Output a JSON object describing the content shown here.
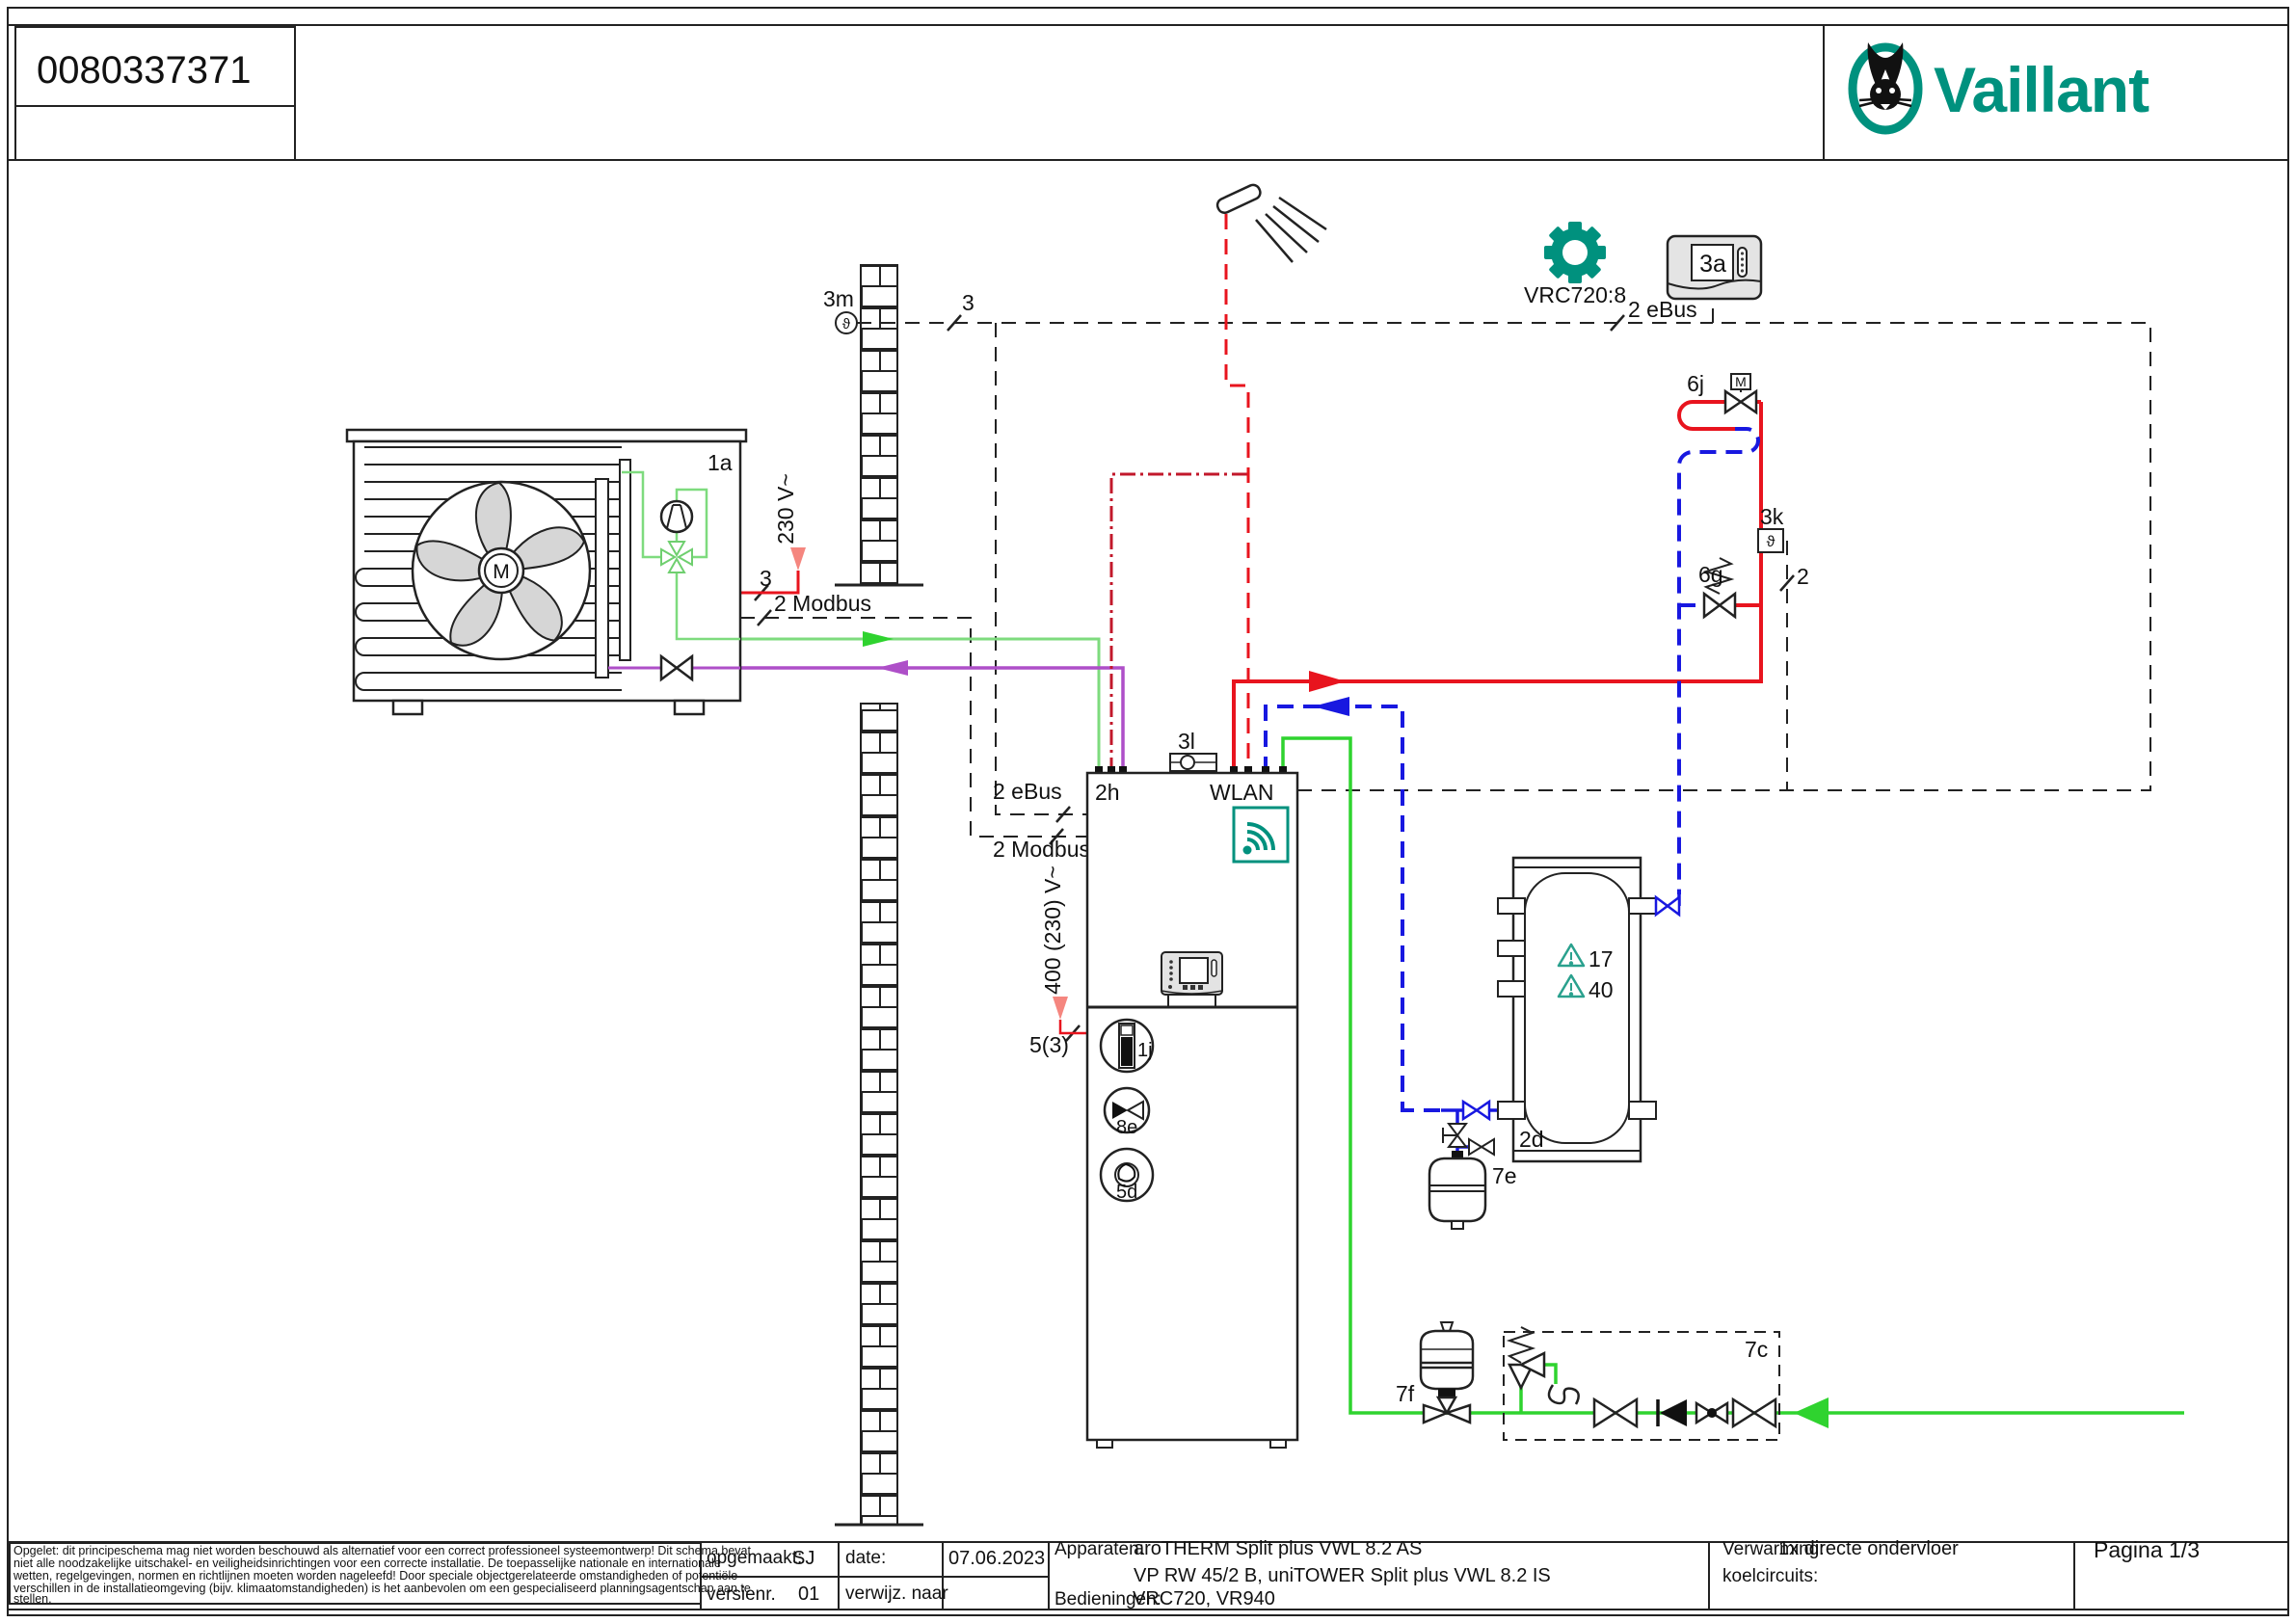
{
  "header": {
    "product_code": "0080337371",
    "brand": "Vaillant"
  },
  "labels": {
    "outdoor_unit": "1a",
    "fan_motor": "M",
    "outdoor_sensor": "3m",
    "theta": "ϑ",
    "ebus_sensor_cores": "3",
    "mains_outdoor": "230 V~",
    "mains_outdoor_cores": "3",
    "modbus_outdoor": "2 Modbus",
    "controller": "VRC720:8",
    "ebus_controller": "2 eBus",
    "room_control": "3a",
    "zone_valve": "6j",
    "zone_valve_motor": "M",
    "flow_sensor": "3k",
    "flow_sensor_theta": "ϑ",
    "ebus_flow_sensor": "2",
    "bypass_valve": "6g",
    "indoor_unit": "2h",
    "wlan": "WLAN",
    "top_sensor": "3l",
    "ebus_indoor": "2 eBus",
    "modbus_indoor": "2 Modbus",
    "mains_indoor": "400 (230) V~",
    "mains_indoor_cores": "5(3)",
    "backup_heater": "1j",
    "check_valve": "8e",
    "pump": "5d",
    "buffer_tank": "2d",
    "warning_17": "17",
    "warning_40": "40",
    "expansion_vessel_heating": "7e",
    "expansion_vessel_potable": "7f",
    "safety_group": "7c"
  },
  "titleblock": {
    "disclaimer_lines": [
      "Opgelet: dit principeschema mag niet worden beschouwd als alternatief voor een correct professioneel systeemontwerp! Dit schema bevat",
      "niet alle noodzakelijke uitschakel- en veiligheidsinrichtingen voor een correcte installatie. De toepasselijke nationale en internationale",
      "wetten, regelgevingen, normen en richtlijnen moeten worden nageleefd! Door speciale objectgerelateerde omstandigheden of potentiële",
      "verschillen in de installatieomgeving (bijv. klimaatomstandigheden) is het aanbevolen om een gespecialiseerd planningsagentschap aan te",
      "stellen."
    ],
    "opgemaakt_label": "opgemaakt:",
    "opgemaakt_value": "SJ",
    "date_label": "date:",
    "date_value": "07.06.2023",
    "versienr_label": "versienr.",
    "versienr_value": "01",
    "verwijz_label": "verwijz. naar",
    "apparaten_label": "Apparaten:",
    "apparaten_line1": "aroTHERM Split plus VWL 8.2 AS",
    "apparaten_line2": "VP RW 45/2 B, uniTOWER Split plus VWL 8.2 IS",
    "bedieningen_label": "Bedieningen:",
    "bedieningen_value": "VRC720, VR940",
    "verwarming_label": "Verwarming:",
    "verwarming_value": "1x directe ondervloer",
    "koelcircuits_label": "koelcircuits:",
    "pagina": "Pagina 1/3"
  },
  "colors": {
    "brand_teal": "#00917E",
    "heating_flow_red": "#E8141E",
    "circulation_dark_red": "#C2182B",
    "return_blue": "#1818E0",
    "cold_water_green": "#2FD32F",
    "refrigerant_green_light": "#7EDB7E",
    "refrigerant_purple": "#AE4FC8",
    "mains_salmon": "#F5867F",
    "warning_teal": "#2AA18E"
  }
}
